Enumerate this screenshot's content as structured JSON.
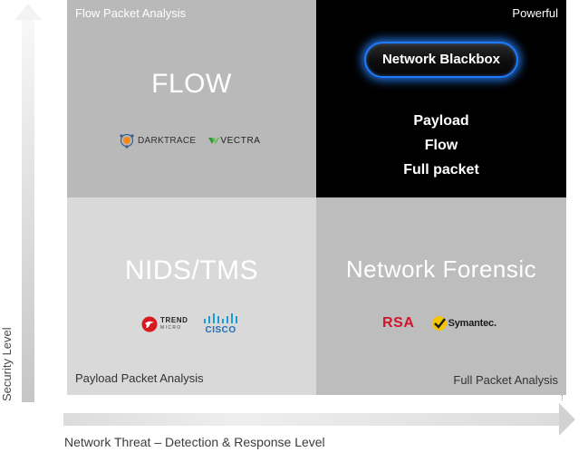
{
  "axes": {
    "y_label": "Security Level",
    "x_label": "Network Threat – Detection & Response Level"
  },
  "quadrants": {
    "top_left": {
      "corner_label": "Flow  Packet Analysis",
      "title": "FLOW",
      "logos": [
        {
          "icon": "darktrace-logo-icon",
          "text": "DARKTRACE"
        },
        {
          "icon": "vectra-logo-icon",
          "text": "VECTRA"
        }
      ]
    },
    "top_right": {
      "corner_label": "Powerful",
      "badge": "Network Blackbox",
      "features": [
        "Payload",
        "Flow",
        "Full packet"
      ]
    },
    "bottom_left": {
      "corner_label": "Payload  Packet Analysis",
      "title": "NIDS/TMS",
      "logos": [
        {
          "icon": "trend-micro-logo-icon",
          "text": "TREND",
          "subtext": "MICRO"
        },
        {
          "icon": "cisco-logo-icon",
          "text": "CISCO"
        }
      ]
    },
    "bottom_right": {
      "corner_label": "Full Packet Analysis",
      "title": "Network Forensic",
      "logos": [
        {
          "icon": "rsa-logo-icon",
          "text": "RSA"
        },
        {
          "icon": "symantec-logo-icon",
          "text": "Symantec."
        }
      ]
    }
  },
  "colors": {
    "top_left_bg": "#b9b9b9",
    "top_right_bg": "#000000",
    "bottom_left_bg": "#d9d9d9",
    "bottom_right_bg": "#bdbdbd",
    "badge_glow": "#1e7cff",
    "rsa_red": "#d0142c",
    "cisco_blue": "#1d6fb8",
    "symantec_yellow": "#f5c400"
  }
}
